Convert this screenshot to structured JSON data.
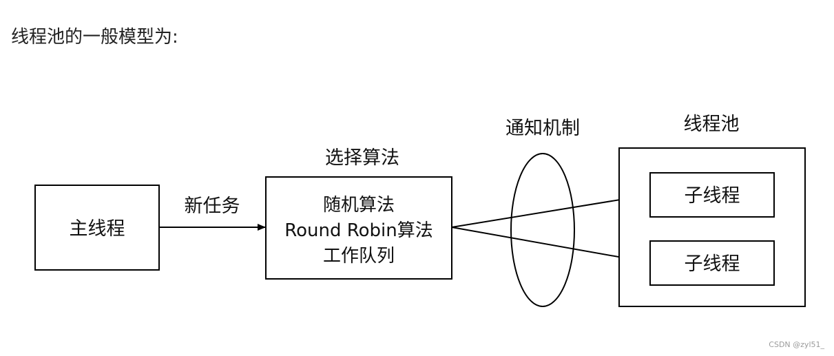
{
  "heading": "线程池的一般模型为:",
  "main_thread": {
    "label": "主线程"
  },
  "arrow_new_task": {
    "label": "新任务"
  },
  "selection": {
    "title": "选择算法",
    "items": [
      "随机算法",
      "Round Robin算法",
      "工作队列"
    ]
  },
  "notification": {
    "label": "通知机制"
  },
  "thread_pool": {
    "title": "线程池",
    "workers": [
      "子线程",
      "子线程"
    ]
  },
  "watermark": "CSDN @zyl51_",
  "colors": {
    "stroke": "#000000",
    "background": "#ffffff",
    "text": "#111111"
  }
}
